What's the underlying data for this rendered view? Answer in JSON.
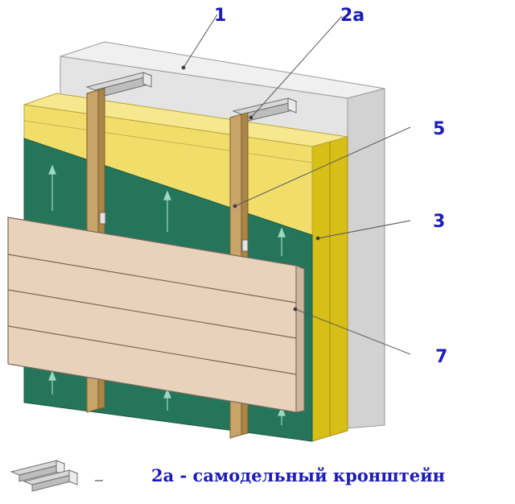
{
  "callouts": {
    "c1": "1",
    "c2a": "2а",
    "c5": "5",
    "c3": "3",
    "c7": "7"
  },
  "caption": "2а - самодельный кронштейн",
  "colors": {
    "wall_face": "#e6e6e6",
    "wall_side": "#d0d0d0",
    "insulation_yellow": "#f2df6c",
    "insulation_side": "#d9c21c",
    "membrane_green": "#26765a",
    "batten_wood": "#c9a56a",
    "cladding_boards": "#e8d2bc",
    "callout_text": "#1c1cb8"
  }
}
